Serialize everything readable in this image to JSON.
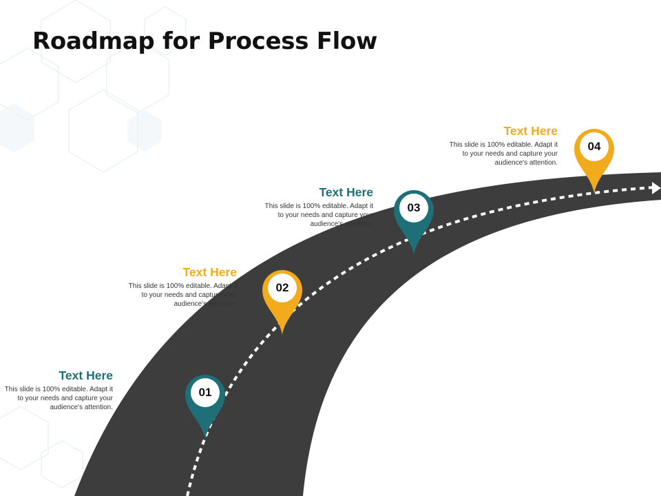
{
  "title": "Roadmap for Process Flow",
  "colors": {
    "teal": "#1f6f78",
    "yellow": "#f2ab1d",
    "road": "#3d3d3d",
    "road_dash": "#ffffff",
    "title": "#111111"
  },
  "steps": [
    {
      "number": "01",
      "heading": "Text Here",
      "body": "This slide is 100% editable. Adapt it to your needs and capture your audience's attention.",
      "color": "#1f6f78"
    },
    {
      "number": "02",
      "heading": "Text Here",
      "body": "This slide is 100% editable. Adapt it to your needs and capture your audience's attention.",
      "color": "#f2ab1d"
    },
    {
      "number": "03",
      "heading": "Text Here",
      "body": "This slide is 100% editable. Adapt it to your needs and capture your audience's attention.",
      "color": "#1f6f78"
    },
    {
      "number": "04",
      "heading": "Text Here",
      "body": "This slide is 100% editable. Adapt it to your needs and capture your audience's attention.",
      "color": "#f2ab1d"
    }
  ],
  "icons": {
    "pin": "map-pin-icon",
    "arrow": "arrow-right-icon"
  }
}
